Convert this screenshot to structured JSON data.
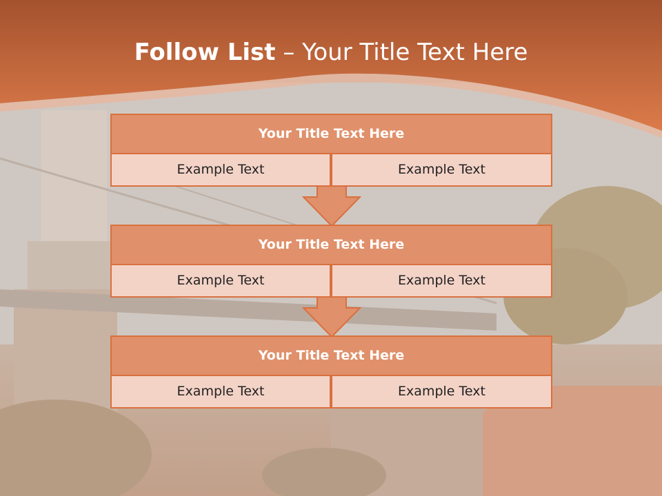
{
  "slide": {
    "title_main": "Follow List",
    "title_rest": " – Your Title Text Here"
  },
  "steps": [
    {
      "title": "Your Title Text Here",
      "left": "Example Text",
      "right": "Example Text"
    },
    {
      "title": "Your Title Text Here",
      "left": "Example Text",
      "right": "Example Text"
    },
    {
      "title": "Your Title Text Here",
      "left": "Example Text",
      "right": "Example Text"
    }
  ],
  "colors": {
    "accent": "#d9703f",
    "header_fill": "#e0906a",
    "cell_fill": "#f4d3c7"
  }
}
